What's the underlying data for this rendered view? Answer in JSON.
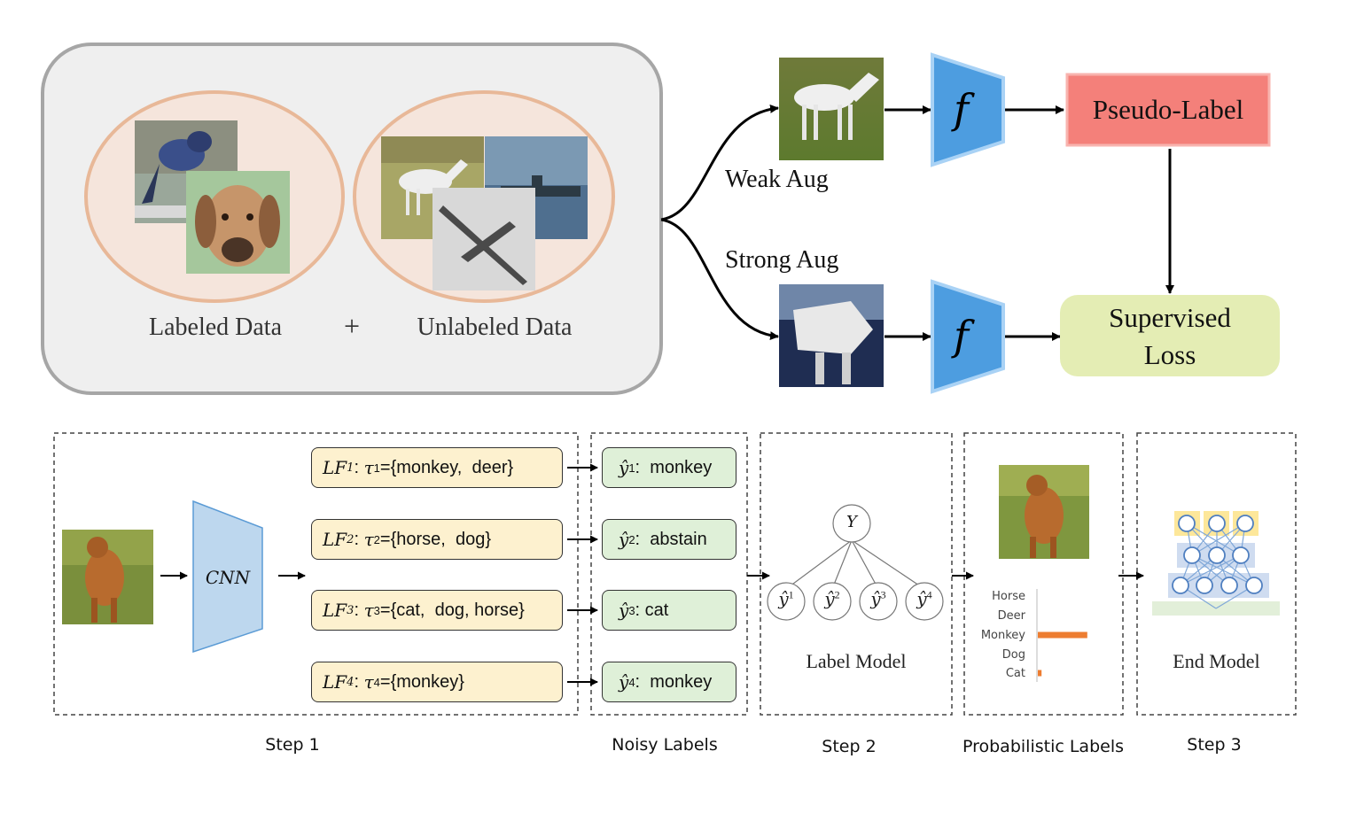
{
  "top": {
    "labeled_label": "Labeled Data",
    "plus": "+",
    "unlabeled_label": "Unlabeled Data",
    "weak_aug": "Weak Aug",
    "strong_aug": "Strong Aug",
    "model_symbol": "f",
    "pseudo_label": "Pseudo-Label",
    "supervised_loss_1": "Supervised",
    "supervised_loss_2": "Loss"
  },
  "bottom": {
    "cnn": "CNN",
    "lf": [
      {
        "name": "LF",
        "sub": "1",
        "tau": "τ",
        "tsub": "1",
        "set": "={monkey,  deer}"
      },
      {
        "name": "LF",
        "sub": "2",
        "tau": "τ",
        "tsub": "2",
        "set": "={horse,  dog}"
      },
      {
        "name": "LF",
        "sub": "3",
        "tau": "τ",
        "tsub": "3",
        "set": "={cat,  dog, horse}"
      },
      {
        "name": "LF",
        "sub": "4",
        "tau": "τ",
        "tsub": "4",
        "set": "={monkey}"
      }
    ],
    "noisy": [
      {
        "sym": "ŷ",
        "sup": "1",
        "val": ":  monkey"
      },
      {
        "sym": "ŷ",
        "sup": "2",
        "val": ":  abstain"
      },
      {
        "sym": "ŷ",
        "sup": "3",
        "val": ": cat"
      },
      {
        "sym": "ŷ",
        "sup": "4",
        "val": ":  monkey"
      }
    ],
    "label_model": {
      "root": "Y",
      "leaves": [
        {
          "sym": "ŷ",
          "sup": "1"
        },
        {
          "sym": "ŷ",
          "sup": "2"
        },
        {
          "sym": "ŷ",
          "sup": "3"
        },
        {
          "sym": "ŷ",
          "sup": "4"
        }
      ],
      "caption": "Label Model"
    },
    "prob_chart": {
      "categories": [
        "Horse",
        "Deer",
        "Monkey",
        "Dog",
        "Cat"
      ],
      "values": [
        0,
        0,
        0.93,
        0,
        0.07
      ],
      "bar_color": "#ed7d31"
    },
    "end_model_caption": "End Model",
    "steps": {
      "step1": "Step 1",
      "noisy_labels": "Noisy Labels",
      "step2": "Step 2",
      "prob_labels": "Probabilistic Labels",
      "step3": "Step 3"
    }
  },
  "colors": {
    "model_blue": "#4d9de0",
    "pseudo_red": "#f4807a",
    "loss_green": "#e4edb4",
    "lf_yellow": "#fdf1cf",
    "noisy_green": "#dff0d8",
    "cnn_blue": "#bdd7ee"
  }
}
